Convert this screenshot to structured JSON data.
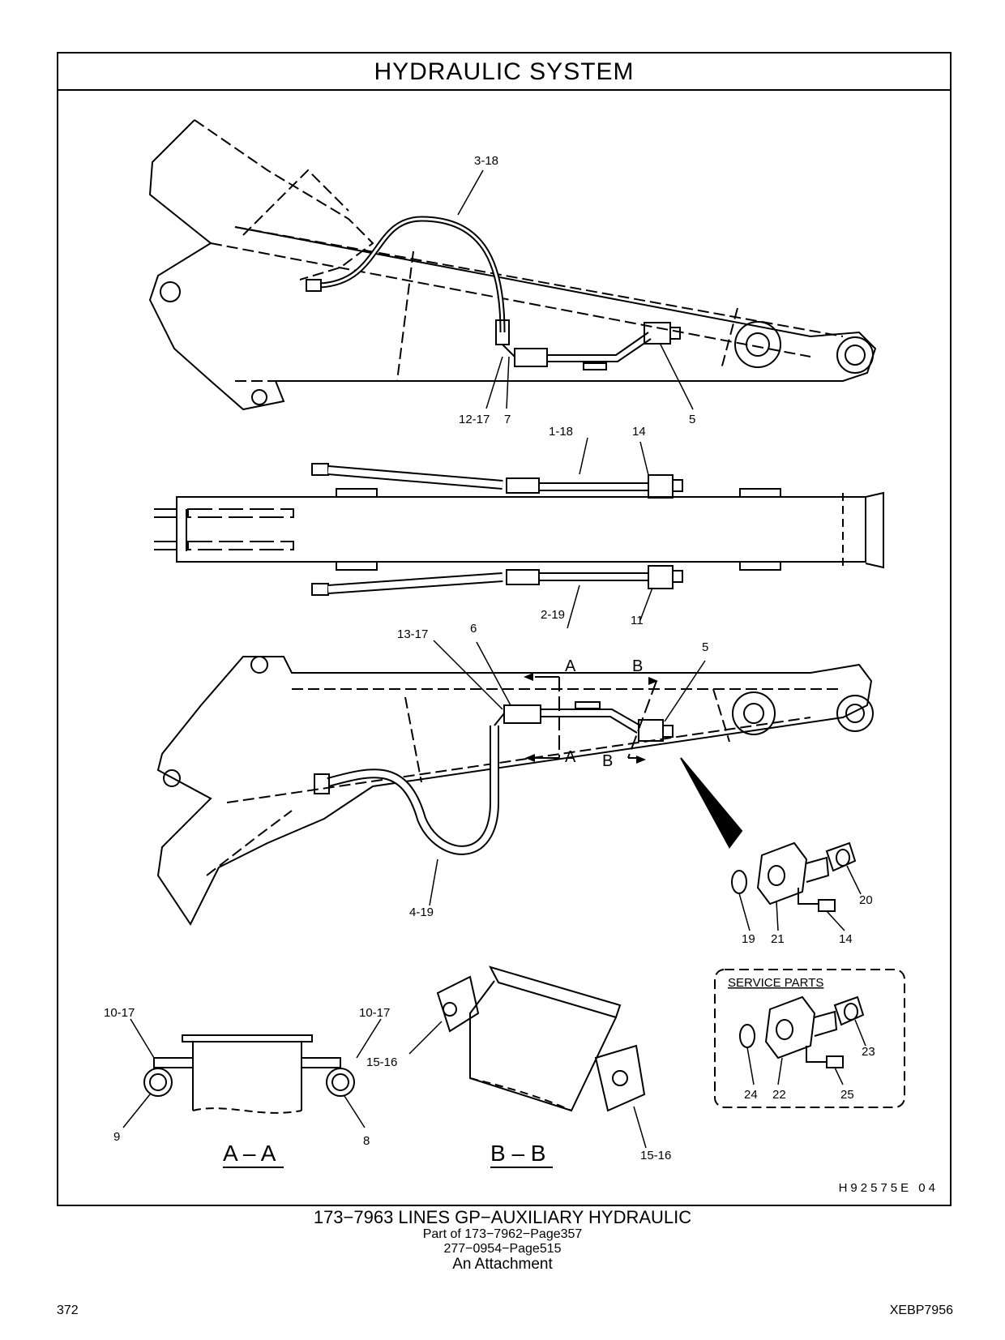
{
  "header": {
    "title": "HYDRAULIC SYSTEM"
  },
  "callouts": {
    "top": [
      "3-18",
      "12-17",
      "7",
      "5"
    ],
    "middle": [
      "1-18",
      "14",
      "2-19",
      "11"
    ],
    "lower": [
      "13-17",
      "6",
      "5",
      "4-19",
      "A",
      "A",
      "B",
      "B"
    ],
    "detail": [
      "19",
      "21",
      "14",
      "20"
    ],
    "section_aa": [
      "10-17",
      "10-17",
      "9",
      "8"
    ],
    "section_bb": [
      "15-16",
      "15-16"
    ],
    "service": [
      "24",
      "22",
      "25",
      "23"
    ]
  },
  "service_parts": {
    "label": "SERVICE PARTS"
  },
  "sections": {
    "aa": "A – A",
    "bb": "B – B"
  },
  "drawing_code": "H92575E   04",
  "caption": {
    "main": "173−7963   LINES  GP−AUXILIARY  HYDRAULIC",
    "line2": "Part of 173−7962−Page357",
    "line3": "277−0954−Page515",
    "line4": "An Attachment"
  },
  "footer": {
    "page_number": "372",
    "document_id": "XEBP7956"
  }
}
